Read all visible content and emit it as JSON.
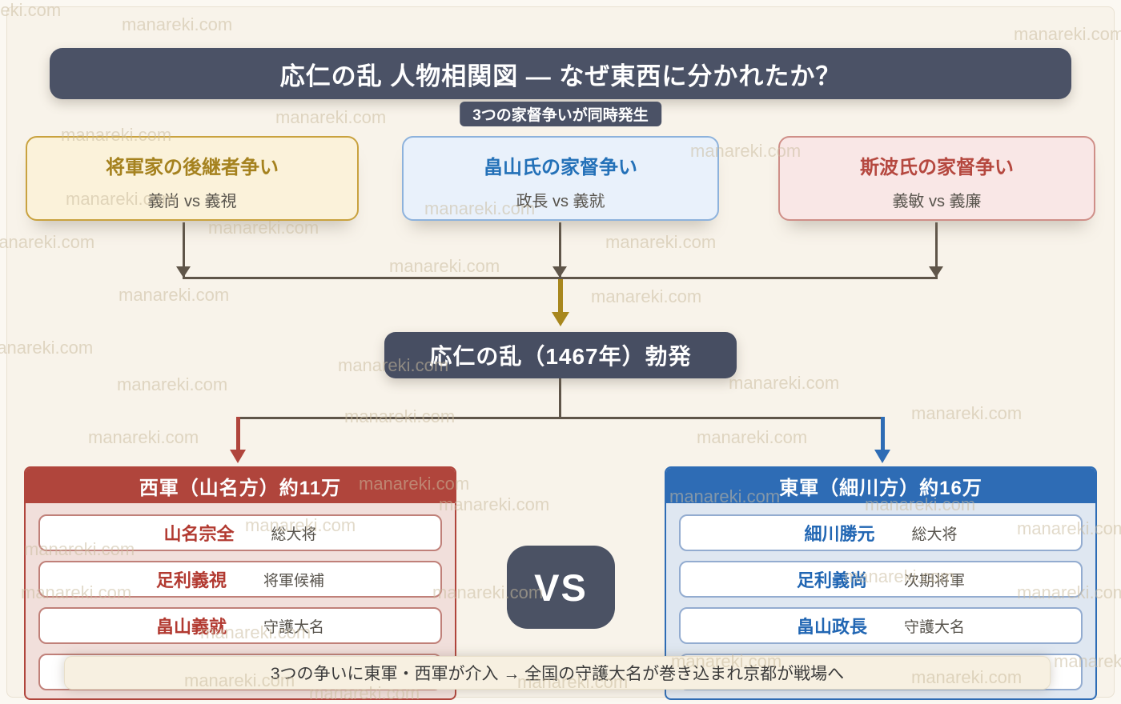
{
  "title": {
    "text": "応仁の乱 人物相関図 — なぜ東西に分かれたか？",
    "badge": "3つの家督争いが同時発生"
  },
  "causes": [
    {
      "title": "将軍家の後継者争い",
      "vs": "義尚 vs 義視",
      "theme": "gold"
    },
    {
      "title": "畠山氏の家督争い",
      "vs": "政長 vs 義就",
      "theme": "blue"
    },
    {
      "title": "斯波氏の家督争い",
      "vs": "義敏 vs 義廉",
      "theme": "red"
    }
  ],
  "outbreak": {
    "label": "応仁の乱（1467年）勃発"
  },
  "vs_label": "VS",
  "west": {
    "header": "西軍（山名方）約11万",
    "members": [
      {
        "name": "山名宗全",
        "role": "総大将"
      },
      {
        "name": "足利義視",
        "role": "将軍候補"
      },
      {
        "name": "畠山義就",
        "role": "守護大名"
      },
      {
        "name": "",
        "role": ""
      }
    ]
  },
  "east": {
    "header": "東軍（細川方）約16万",
    "members": [
      {
        "name": "細川勝元",
        "role": "総大将"
      },
      {
        "name": "足利義尚",
        "role": "次期将軍"
      },
      {
        "name": "畠山政長",
        "role": "守護大名"
      },
      {
        "name": "",
        "role": ""
      }
    ]
  },
  "footer": {
    "text": "3つの争いに東軍・西軍が介入 → 全国の守護大名が巻き込まれ京都が戦場へ"
  },
  "watermark": {
    "text": "manareki.com",
    "positions": [
      [
        -62,
        0
      ],
      [
        152,
        18
      ],
      [
        1266,
        30
      ],
      [
        344,
        134
      ],
      [
        76,
        156
      ],
      [
        862,
        176
      ],
      [
        82,
        236
      ],
      [
        530,
        248
      ],
      [
        260,
        272
      ],
      [
        -20,
        290
      ],
      [
        756,
        290
      ],
      [
        486,
        320
      ],
      [
        148,
        356
      ],
      [
        738,
        358
      ],
      [
        -22,
        422
      ],
      [
        422,
        444
      ],
      [
        910,
        466
      ],
      [
        146,
        468
      ],
      [
        1138,
        504
      ],
      [
        430,
        508
      ],
      [
        110,
        534
      ],
      [
        870,
        534
      ],
      [
        448,
        592
      ],
      [
        836,
        608
      ],
      [
        548,
        618
      ],
      [
        1080,
        618
      ],
      [
        306,
        644
      ],
      [
        1270,
        648
      ],
      [
        30,
        674
      ],
      [
        1054,
        708
      ],
      [
        26,
        728
      ],
      [
        540,
        728
      ],
      [
        1270,
        728
      ],
      [
        250,
        778
      ],
      [
        1316,
        814
      ],
      [
        838,
        814
      ],
      [
        230,
        838
      ],
      [
        646,
        840
      ],
      [
        1138,
        834
      ],
      [
        386,
        854
      ]
    ]
  },
  "colors": {
    "background": "#f8f3ea",
    "dark_slate": "#4b5266",
    "gold_accent": "#a5821f",
    "blue_accent": "#2e6cb5",
    "red_accent": "#b0453c",
    "connector_brown": "#5f5549",
    "connector_gold": "#a8871e"
  }
}
